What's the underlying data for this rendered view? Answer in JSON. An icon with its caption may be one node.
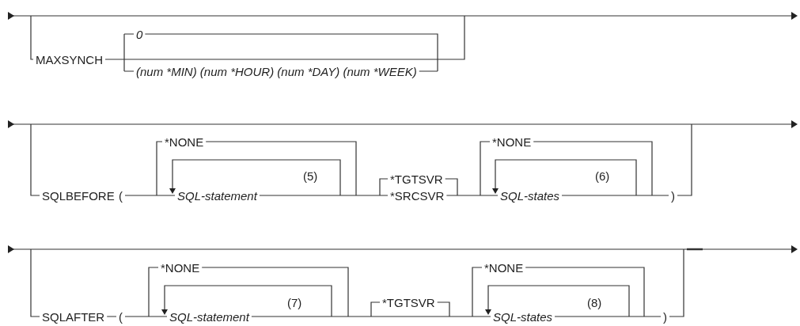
{
  "diagram": {
    "labels": [
      "MAXSYNCH",
      "0",
      "(num *MIN) (num *HOUR) (num *DAY) (num *WEEK)",
      "SQLBEFORE",
      "(",
      "*NONE",
      "(5)",
      "SQL-statement",
      "*TGTSVR",
      "*SRCSVR",
      "*NONE",
      "(6)",
      "SQL-states",
      ")",
      "SQLAFTER",
      "(",
      "*NONE",
      "(7)",
      "SQL-statement",
      "*TGTSVR",
      "*NONE",
      "(8)",
      "SQL-states",
      ")"
    ]
  }
}
